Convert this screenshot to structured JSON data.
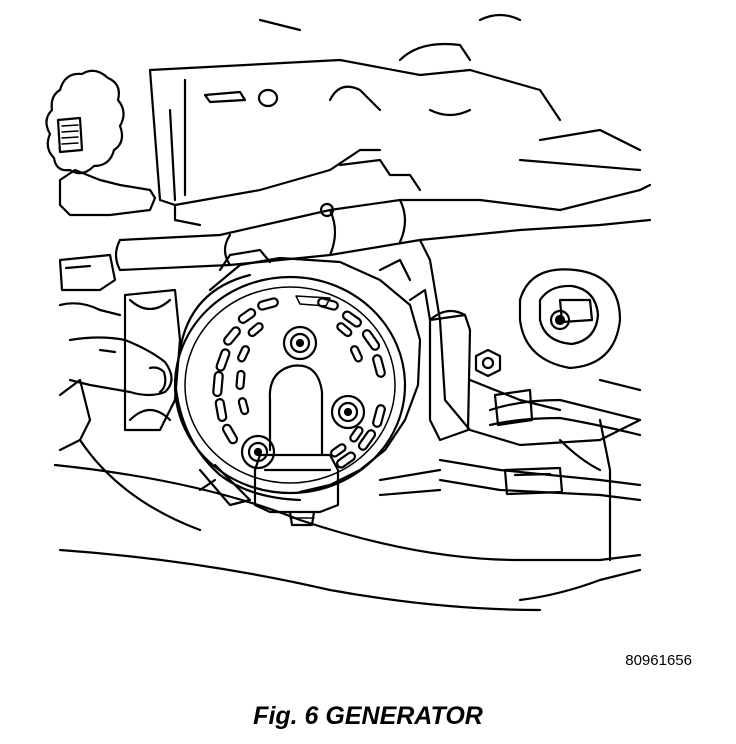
{
  "figure": {
    "id_number": "80961656",
    "caption": "Fig. 6 GENERATOR"
  },
  "illustration": {
    "subject": "generator",
    "line_color": "#000000",
    "background_color": "#ffffff"
  }
}
